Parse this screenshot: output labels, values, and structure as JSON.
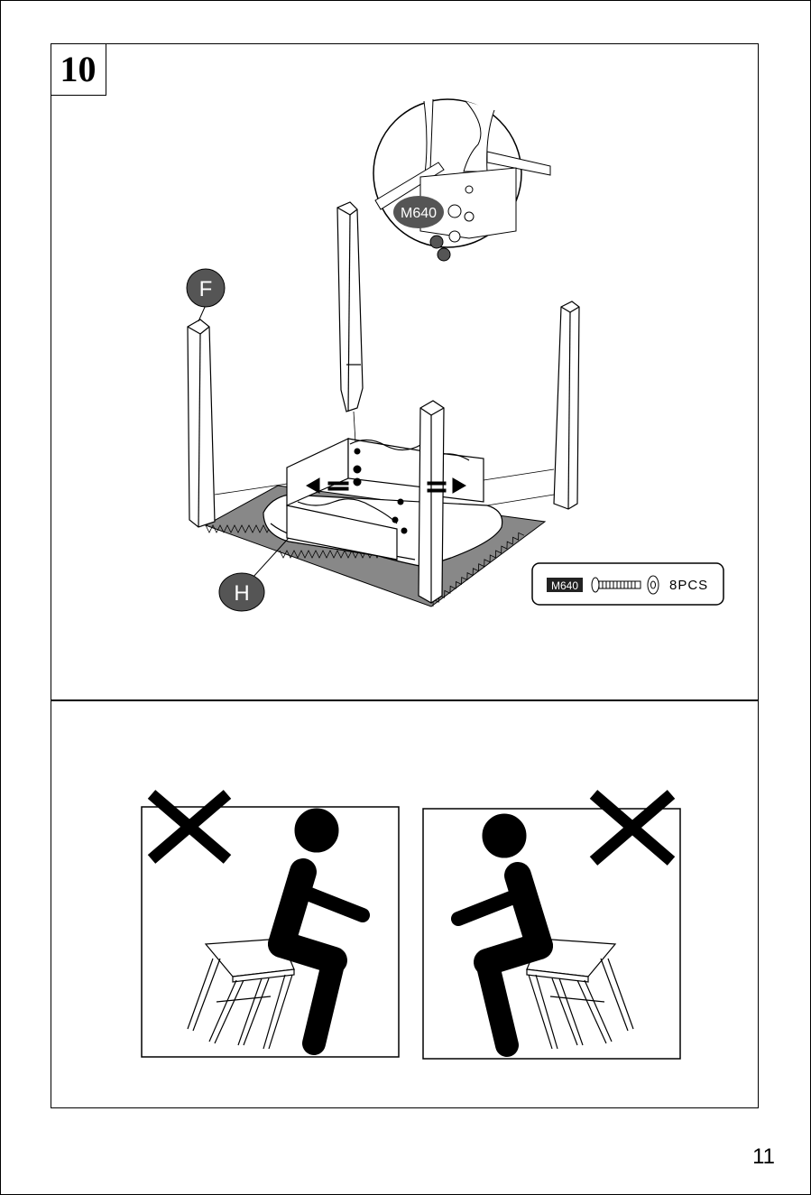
{
  "step": {
    "number": "10"
  },
  "labels": {
    "leg_part": "F",
    "frame_part": "H",
    "detail_bolt_code": "M640"
  },
  "hardware": {
    "code": "M640",
    "quantity": "8PCS"
  },
  "page_number": "11"
}
